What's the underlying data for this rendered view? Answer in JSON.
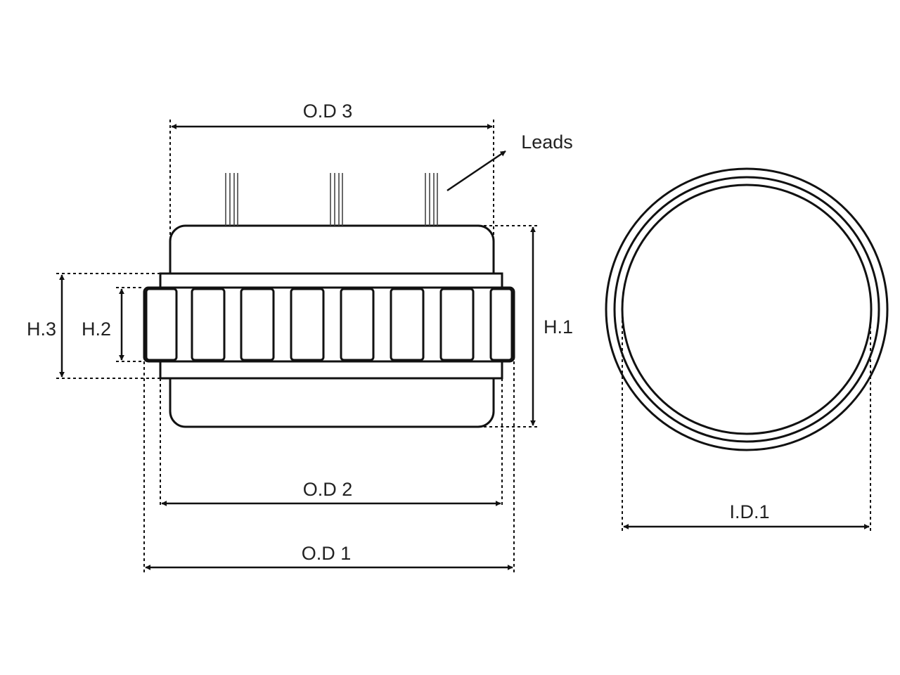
{
  "labels": {
    "od3": "O.D 3",
    "od2": "O.D 2",
    "od1": "O.D 1",
    "h1": "H.1",
    "h2": "H.2",
    "h3": "H.3",
    "id1": "I.D.1",
    "leads": "Leads"
  },
  "colors": {
    "line": "#111111",
    "background": "#ffffff",
    "text": "#222222"
  }
}
